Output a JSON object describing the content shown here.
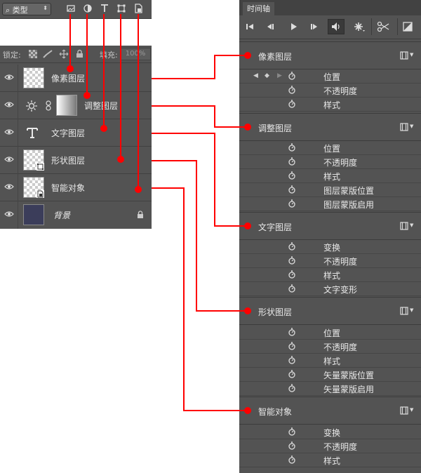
{
  "layers_panel": {
    "filter_kind": "类型",
    "lock_label": "锁定:",
    "fill_label": "填充:",
    "fill_value": "100%",
    "layers": [
      {
        "name": "像素图层",
        "kind": "pixel"
      },
      {
        "name": "调整图层",
        "kind": "adjustment"
      },
      {
        "name": "文字图层",
        "kind": "text"
      },
      {
        "name": "形状图层",
        "kind": "shape"
      },
      {
        "name": "智能对象",
        "kind": "smart-object"
      },
      {
        "name": "背景",
        "kind": "background"
      }
    ]
  },
  "timeline_panel": {
    "tab_label": "时间轴",
    "groups": [
      {
        "name": "像素图层",
        "properties": [
          "位置",
          "不透明度",
          "样式"
        ]
      },
      {
        "name": "调整图层",
        "properties": [
          "位置",
          "不透明度",
          "样式",
          "图层蒙版位置",
          "图层蒙版启用"
        ]
      },
      {
        "name": "文字图层",
        "properties": [
          "变换",
          "不透明度",
          "样式",
          "文字变形"
        ]
      },
      {
        "name": "形状图层",
        "properties": [
          "位置",
          "不透明度",
          "样式",
          "矢量蒙版位置",
          "矢量蒙版启用"
        ]
      },
      {
        "name": "智能对象",
        "properties": [
          "变换",
          "不透明度",
          "样式"
        ]
      }
    ]
  },
  "colors": {
    "panel_bg": "#535353",
    "annotation": "#ff0000"
  },
  "icons": [
    "search-icon",
    "pixel-filter-icon",
    "adjustment-filter-icon",
    "type-filter-icon",
    "shape-filter-icon",
    "smart-object-filter-icon",
    "eye-icon",
    "lock-icon",
    "stopwatch-icon",
    "film-strip-icon",
    "scissors-icon",
    "transition-icon",
    "speaker-icon",
    "gear-icon"
  ]
}
